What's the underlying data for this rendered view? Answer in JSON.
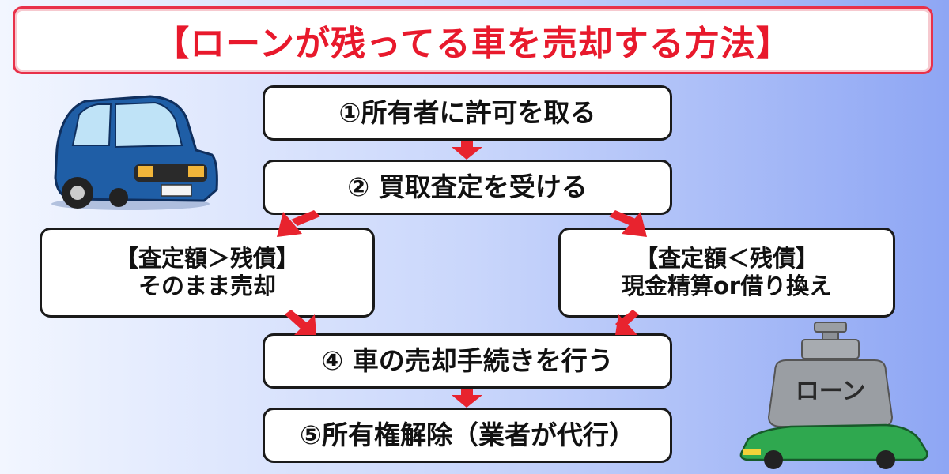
{
  "title": "【ローンが残ってる車を売却する方法】",
  "steps": {
    "step1": "①所有者に許可を取る",
    "step2": "② 買取査定を受ける",
    "left_line1": "【査定額＞残債】",
    "left_line2": "そのまま売却",
    "right_line1": "【査定額＜残債】",
    "right_line2": "現金精算or借り換え",
    "step4": "④ 車の売却手続きを行う",
    "step5": "⑤所有権解除（業者が代行）"
  },
  "weight_label": "ローン",
  "colors": {
    "accent_red": "#e8192c",
    "arrow_red": "#e8232e",
    "car_blue": "#1f5ea6",
    "car_green": "#2fa84f",
    "weight_gray": "#9a9ea3"
  }
}
